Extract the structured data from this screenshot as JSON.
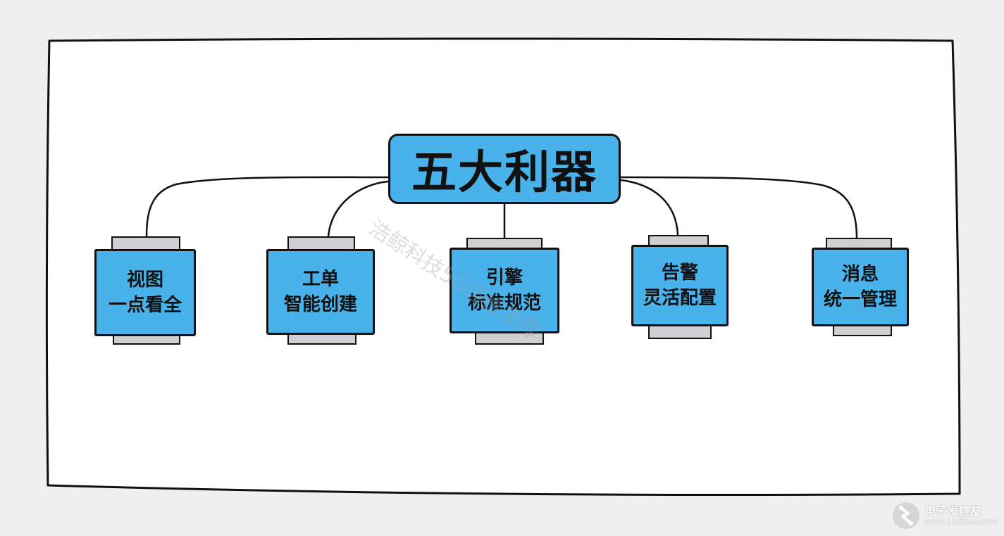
{
  "diagram": {
    "root": {
      "title": "五大利器"
    },
    "children": [
      {
        "lines": [
          "视图",
          "一点看全"
        ]
      },
      {
        "lines": [
          "工单",
          "智能创建"
        ]
      },
      {
        "lines": [
          "引擎",
          "标准规范"
        ]
      },
      {
        "lines": [
          "告警",
          "灵活配置"
        ]
      },
      {
        "lines": [
          "消息",
          "统一管理"
        ]
      }
    ]
  },
  "watermark": "浩鲸科技5G运维支撑",
  "site_logo": {
    "name": "电子发烧友",
    "url": "www.elecfans.com"
  },
  "colors": {
    "node_fill": "#49b2ea",
    "tab_fill": "#cfcfd1",
    "stroke": "#111111",
    "background": "#efeff0",
    "panel": "#ffffff"
  }
}
